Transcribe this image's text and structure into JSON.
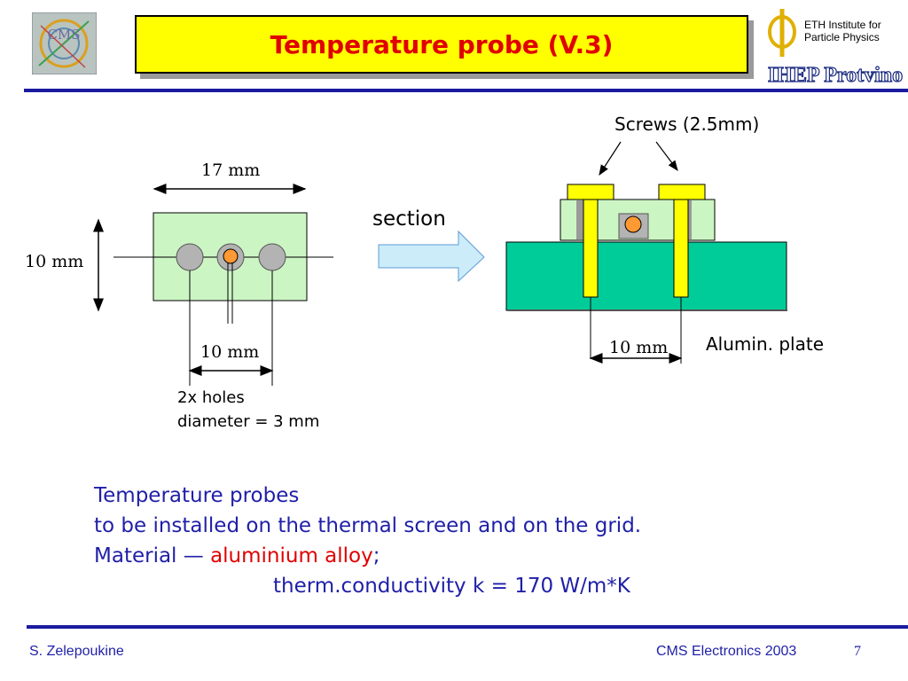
{
  "slide": {
    "title": "Temperature probe (V.3)",
    "logos": {
      "left_text": "CMS",
      "right_line1": "ETH Institute for",
      "right_line2": "Particle Physics",
      "right_line3": "IHEP Protvino"
    }
  },
  "diagram": {
    "top_view": {
      "width_label": "17 mm",
      "height_label": "10 mm",
      "spacing_label": "10 mm",
      "holes_line1": "2x holes",
      "holes_line2": "diameter = 3 mm"
    },
    "section_label": "section",
    "side_view": {
      "screws_label": "Screws (2.5mm)",
      "spacing_label": "10 mm",
      "plate_label": "Alumin. plate"
    }
  },
  "body": {
    "line1": "Temperature probes",
    "line2": "to be installed on the thermal screen and on the grid.",
    "line3_prefix": "Material — ",
    "line3_highlight": "aluminium alloy",
    "line3_suffix": ";",
    "line4": "therm.conductivity k = 170 W/m*K"
  },
  "footer": {
    "author": "S. Zelepoukine",
    "event": "CMS Electronics 2003",
    "page": "7"
  },
  "colors": {
    "title_bg": "#ffff00",
    "title_text": "#e00000",
    "accent_blue": "#1f1fa8",
    "probe_green": "#ccf5c4",
    "plate_green": "#00cc99",
    "screw_yellow": "#ffff00",
    "sensor_orange": "#ff9933"
  }
}
